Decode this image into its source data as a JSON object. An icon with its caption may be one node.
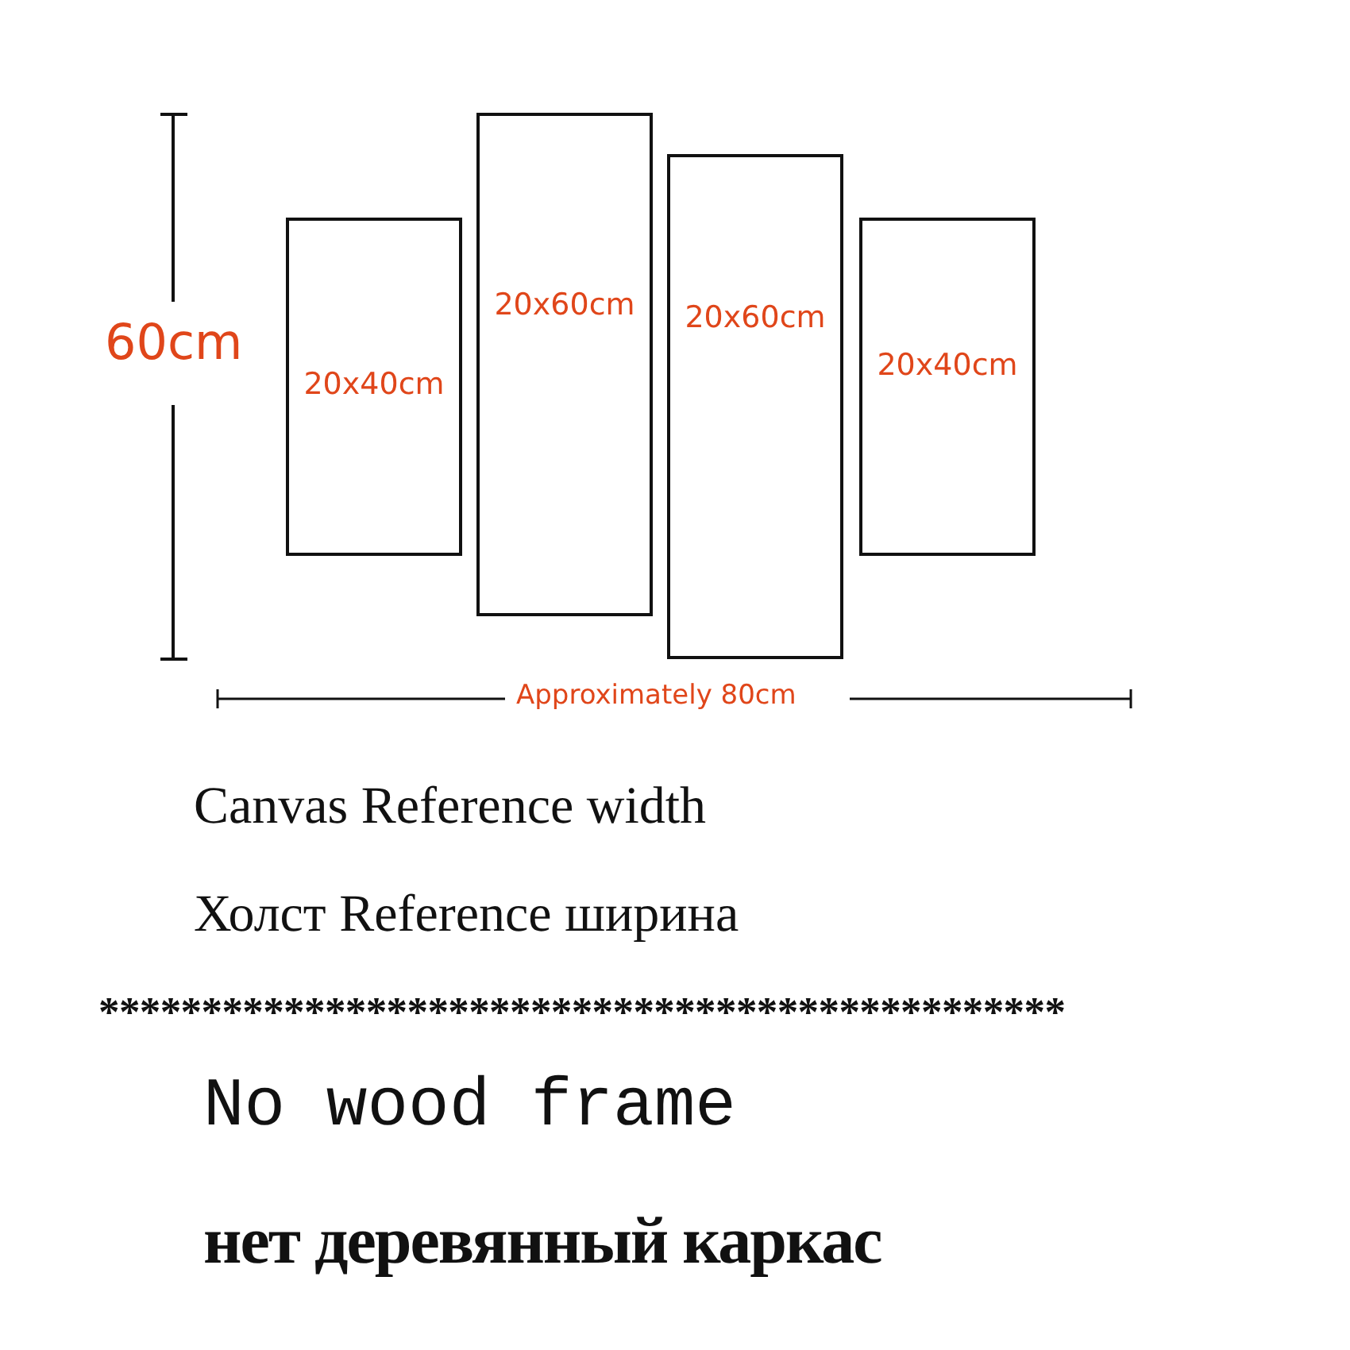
{
  "diagram": {
    "nodes": [
      {
        "text": [
          "20x40cm"
        ]
      },
      {
        "text": [
          "20x60cm"
        ]
      },
      {
        "text": [
          "20x60cm"
        ]
      },
      {
        "text": [
          "20x40cm"
        ]
      }
    ],
    "edges": [],
    "labels": [
      "60cm",
      "Approximately 80cm",
      "Canvas Reference width",
      "Холст Reference ширина",
      "***********************************************",
      "No wood frame",
      "нет деревянный каркас"
    ]
  }
}
